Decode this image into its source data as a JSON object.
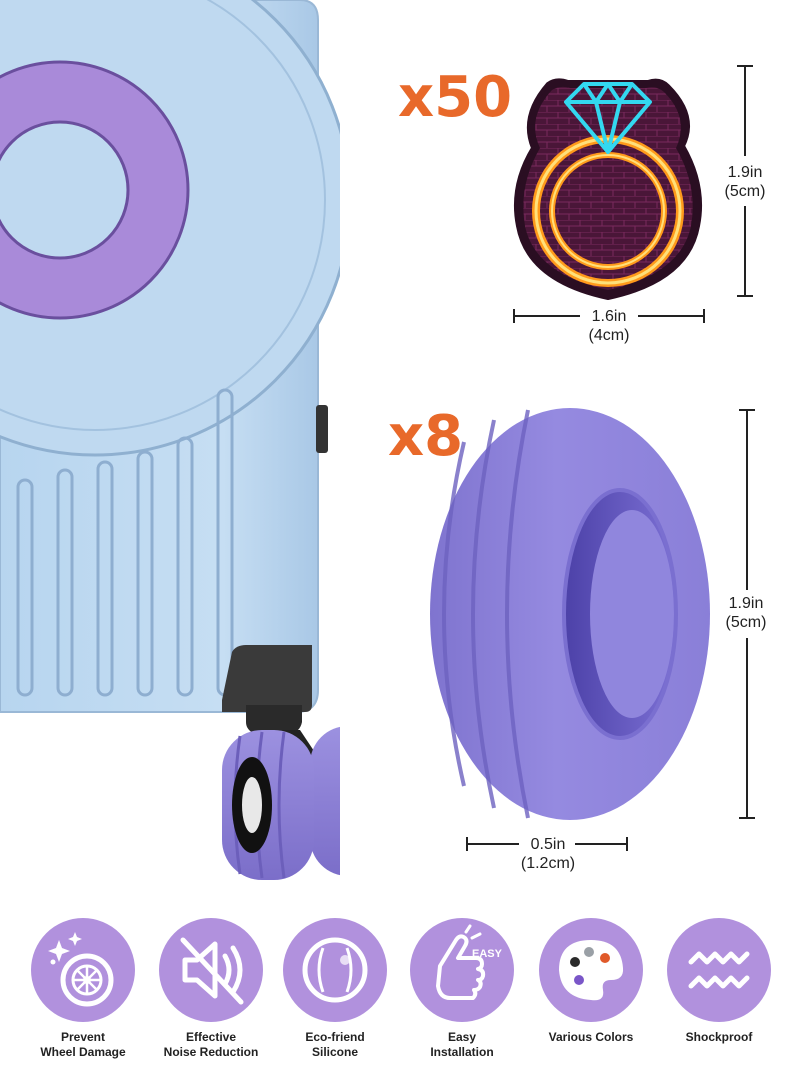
{
  "quantities": {
    "sticker_count": "x50",
    "wheel_cover_count": "x8"
  },
  "sticker_dimensions": {
    "height_in": "1.9in",
    "height_cm": "(5cm)",
    "width_in": "1.6in",
    "width_cm": "(4cm)"
  },
  "wheel_cover_dimensions": {
    "height_in": "1.9in",
    "height_cm": "(5cm)",
    "width_in": "0.5in",
    "width_cm": "(1.2cm)"
  },
  "features": [
    {
      "label": "Prevent\nWheel Damage",
      "icon": "wheel-sparkle-icon"
    },
    {
      "label": "Effective\nNoise Reduction",
      "icon": "mute-speaker-icon"
    },
    {
      "label": "Eco-friend\nSilicone",
      "icon": "silicone-ball-icon"
    },
    {
      "label": "Easy\nInstallation",
      "icon": "pointing-hand-icon",
      "badge": "EASY"
    },
    {
      "label": "Various Colors",
      "icon": "palette-icon"
    },
    {
      "label": "Shockproof",
      "icon": "zigzag-icon"
    }
  ],
  "colors": {
    "accent_orange": "#e8692a",
    "feature_circle": "#b191dd",
    "suitcase_blue": "#b9d6ee",
    "wheel_cover_purple": "#8f83d9"
  }
}
